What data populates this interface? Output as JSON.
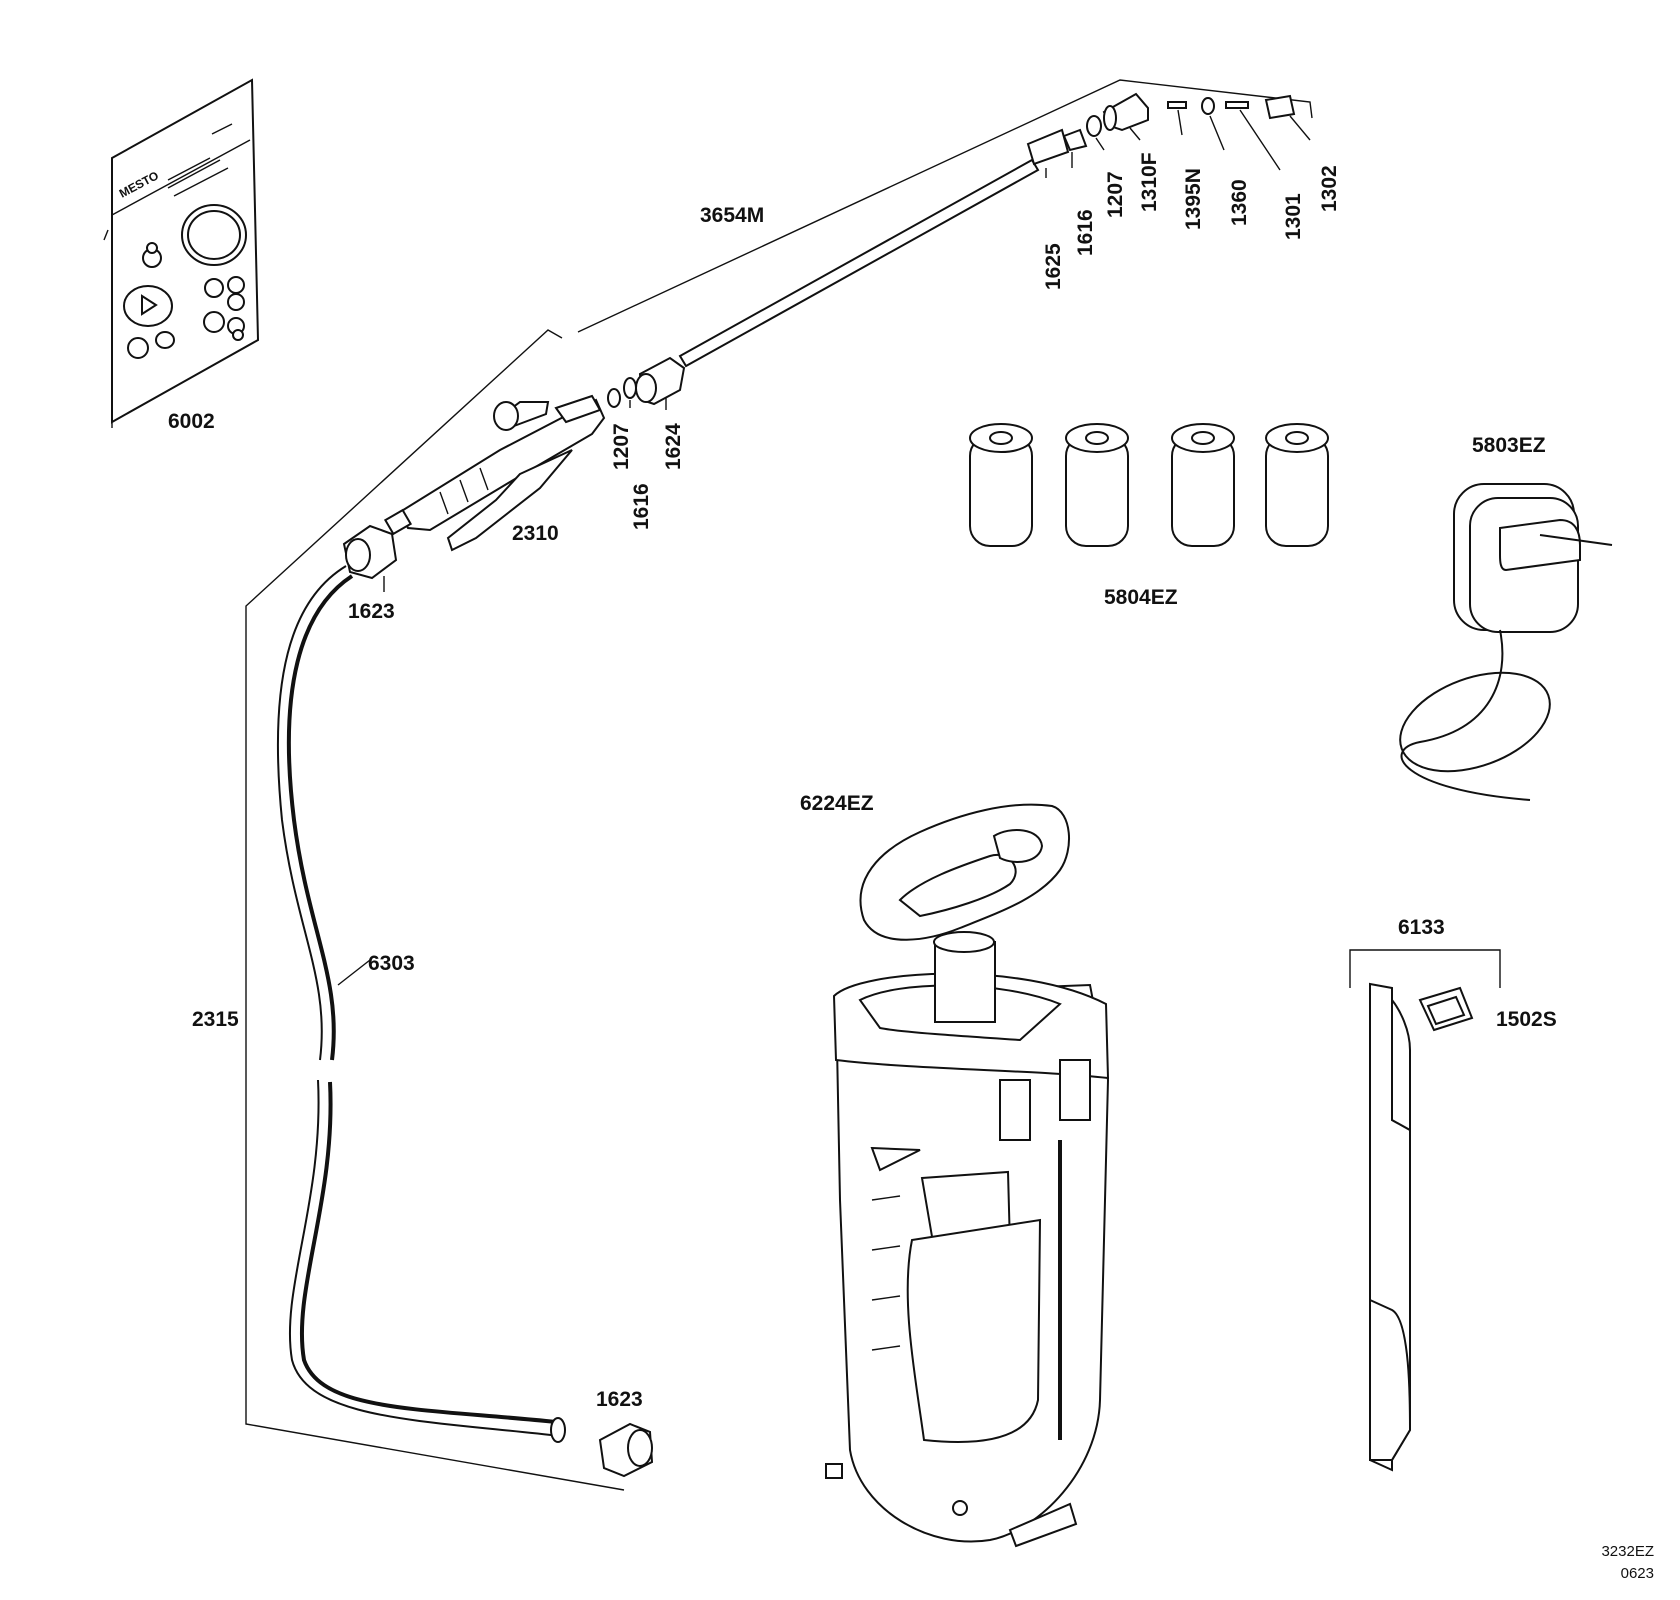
{
  "brand": "MESTO",
  "doc_code": "3232EZ",
  "doc_date": "0623",
  "labels": {
    "l6002": "6002",
    "l3654M": "3654M",
    "l1625": "1625",
    "l1616_top": "1616",
    "l1207_top": "1207",
    "l1310F": "1310F",
    "l1395N": "1395N",
    "l1360": "1360",
    "l1301": "1301",
    "l1302": "1302",
    "l1207_mid": "1207",
    "l1616_mid": "1616",
    "l1624": "1624",
    "l2310": "2310",
    "l1623_top": "1623",
    "l5804EZ": "5804EZ",
    "l5803EZ": "5803EZ",
    "l6303": "6303",
    "l2315": "2315",
    "l6224EZ": "6224EZ",
    "l6133": "6133",
    "l1502S": "1502S",
    "l1623_bottom": "1623"
  }
}
